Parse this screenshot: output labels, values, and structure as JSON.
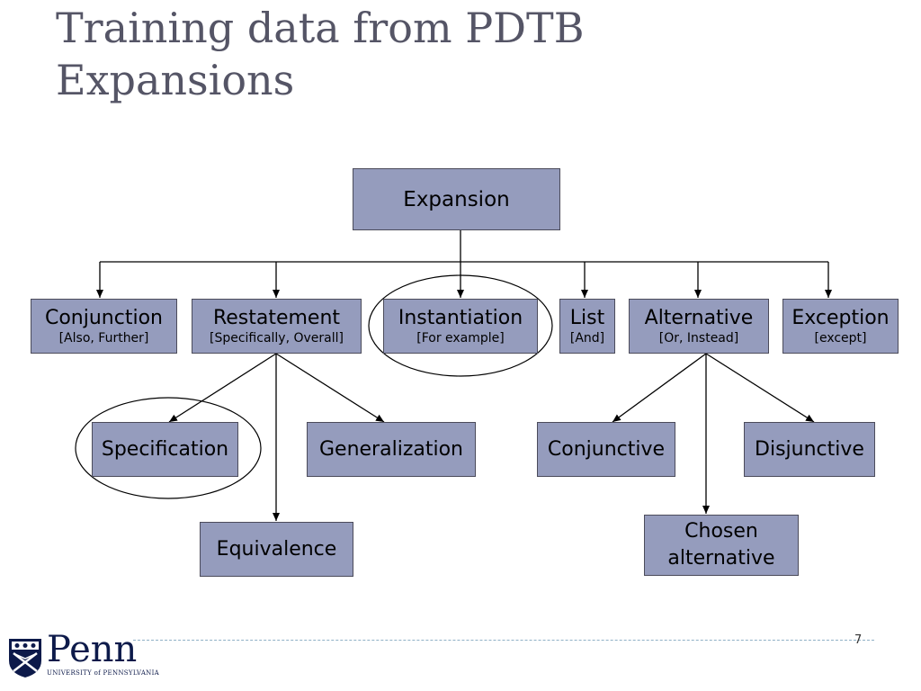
{
  "slide": {
    "title_line1": "Training data from PDTB",
    "title_line2": "Expansions",
    "page_number": "7"
  },
  "diagram": {
    "root": {
      "label": "Expansion"
    },
    "level1": [
      {
        "label": "Conjunction",
        "examples": "[Also, Further]"
      },
      {
        "label": "Restatement",
        "examples": "[Specifically, Overall]"
      },
      {
        "label": "Instantiation",
        "examples": "[For example]"
      },
      {
        "label": "List",
        "examples": "[And]"
      },
      {
        "label": "Alternative",
        "examples": "[Or, Instead]"
      },
      {
        "label": "Exception",
        "examples": "[except]"
      }
    ],
    "restatement_children": [
      {
        "label": "Specification"
      },
      {
        "label": "Generalization"
      },
      {
        "label": "Equivalence"
      }
    ],
    "alternative_children": [
      {
        "label": "Conjunctive"
      },
      {
        "label": "Disjunctive"
      },
      {
        "label": "Chosen alternative"
      }
    ],
    "highlighted": [
      "Instantiation",
      "Specification"
    ],
    "box_color": "#959cbd"
  },
  "logo": {
    "wordmark": "Penn",
    "tagline": "UNIVERSITY of PENNSYLVANIA"
  }
}
